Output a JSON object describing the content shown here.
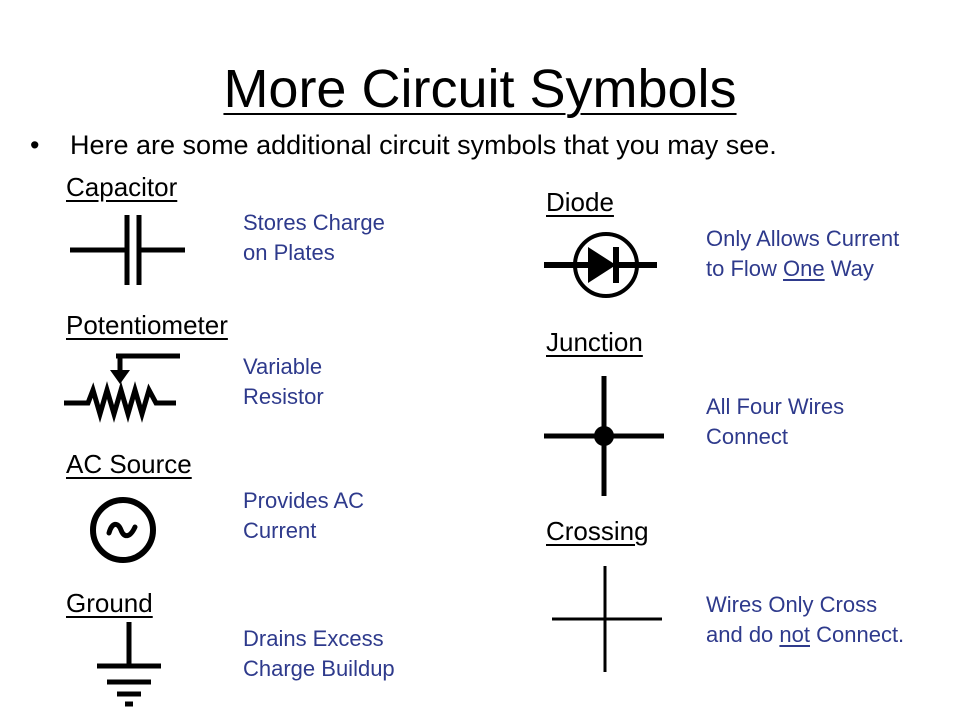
{
  "title": "More Circuit Symbols",
  "bullet": {
    "marker": "•",
    "text": "Here are some additional circuit symbols that you may see."
  },
  "symbols": {
    "capacitor": {
      "label": "Capacitor",
      "desc1": "Stores Charge",
      "desc2": "on Plates"
    },
    "potentiometer": {
      "label": "Potentiometer",
      "desc1": "Variable",
      "desc2": "Resistor"
    },
    "ac_source": {
      "label": "AC Source",
      "desc1": "Provides AC",
      "desc2": "Current"
    },
    "ground": {
      "label": "Ground",
      "desc1": "Drains Excess",
      "desc2": "Charge Buildup"
    },
    "diode": {
      "label": "Diode",
      "desc1": "Only Allows Current",
      "desc2_pre": "to Flow ",
      "desc2_emph": "One",
      "desc2_post": " Way"
    },
    "junction": {
      "label": "Junction",
      "desc1": "All Four Wires",
      "desc2": "Connect"
    },
    "crossing": {
      "label": "Crossing",
      "desc1": "Wires Only Cross",
      "desc2_pre": "and do ",
      "desc2_emph": "not",
      "desc2_post": " Connect."
    }
  },
  "colors": {
    "text": "#000000",
    "description": "#2e3a8c",
    "background": "#ffffff"
  },
  "icons": [
    "capacitor-icon",
    "potentiometer-icon",
    "ac-source-icon",
    "ground-icon",
    "diode-icon",
    "junction-icon",
    "crossing-icon"
  ]
}
